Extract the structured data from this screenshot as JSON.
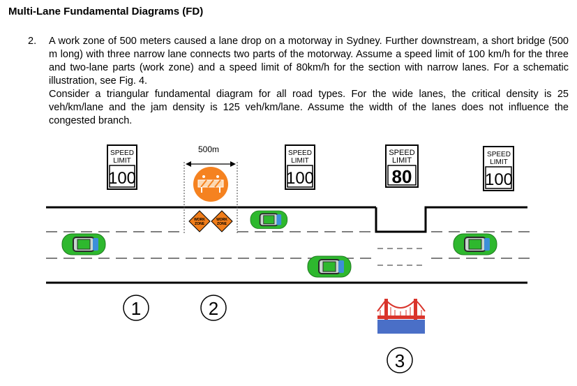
{
  "heading": "Multi-Lane Fundamental Diagrams (FD)",
  "question": {
    "number": "2.",
    "paragraph1": "A work zone of 500 meters caused a lane drop on a motorway in Sydney. Further downstream, a short bridge (500 m long) with three narrow lane connects two parts of the motorway. Assume a speed limit of 100 km/h for the three and two-lane parts (work zone) and a speed limit of 80km/h for the section with narrow lanes. For a schematic illustration, see Fig. 4.",
    "paragraph2": "Consider a triangular fundamental diagram for all road types. For the wide lanes, the critical density is 25 veh/km/lane and the jam density is 125 veh/km/lane. Assume the width of the lanes does not influence the congested branch."
  },
  "figure": {
    "dimension_label": "500m",
    "signs": [
      {
        "line1": "SPEED",
        "line2": "LIMIT",
        "value": "100"
      },
      {
        "line1": "SPEED",
        "line2": "LIMIT",
        "value": "100"
      },
      {
        "line1": "SPEED",
        "line2": "LIMIT",
        "value": "80"
      },
      {
        "line1": "SPEED",
        "line2": "LIMIT",
        "value": "100"
      }
    ],
    "work_zone_signs": [
      {
        "line1": "WORK",
        "line2": "ZONE"
      },
      {
        "line1": "WORK",
        "line2": "ZONE"
      }
    ],
    "section_labels": [
      "1",
      "2",
      "3"
    ],
    "colors": {
      "car_green": "#2eb82e",
      "barrier_orange": "#f58220",
      "work_zone_orange": "#f07d1a",
      "bridge_red": "#d9342b",
      "water_blue": "#4a6fc7"
    }
  }
}
